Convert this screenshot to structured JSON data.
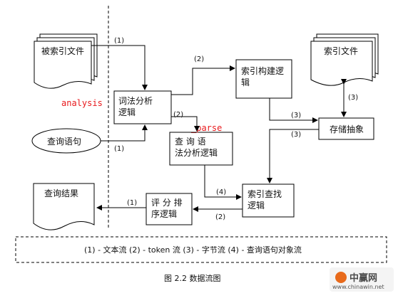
{
  "nodes": {
    "indexed_files": "被索引文件",
    "index_files": "索引文件",
    "lexical": [
      "词法分析",
      "逻辑"
    ],
    "index_build": [
      "索引构建逻",
      "辑"
    ],
    "storage": "存储抽象",
    "query_sentence": "查询语句",
    "query_parse": [
      "查 询 语",
      "法分析逻辑"
    ],
    "index_search": [
      "索引查找",
      "逻辑"
    ],
    "score_sort": [
      "评 分 排",
      "序逻辑"
    ],
    "query_result": "查询结果"
  },
  "annotations": {
    "analysis": "analysis",
    "parse": "_parse",
    "color": "#e8191c"
  },
  "edge_labels": {
    "e1": "(1)",
    "e2": "(2)",
    "e3": "(3)",
    "e4": "(2)",
    "e5": "(3)",
    "e6": "(3)",
    "e7": "(1)",
    "e8": "(4)",
    "e9": "(2)",
    "e10": "(1)"
  },
  "legend": "(1)  - 文本流  (2) - token 流  (3)  - 字节流  (4)  - 查询语句对象流",
  "caption": "图   2.2  数据流图",
  "watermark": {
    "brand": "中赢网",
    "url": "www.chinawin.net"
  }
}
